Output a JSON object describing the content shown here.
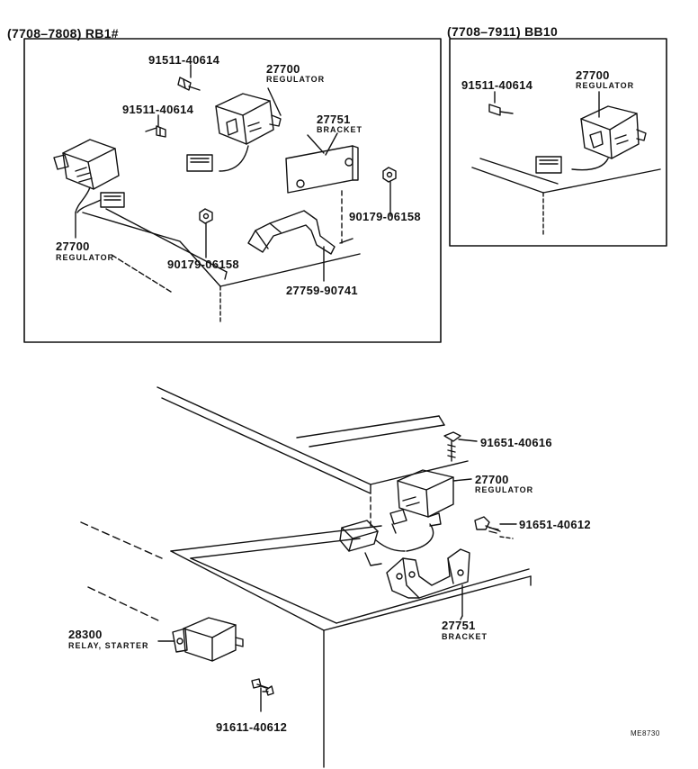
{
  "box1": {
    "header": "(7708–7808) RB1#"
  },
  "box2": {
    "header": "(7708–7911) BB10"
  },
  "labels": {
    "b1_bolt_top": "91511-40614",
    "b1_bolt_left": "91511-40614",
    "b1_reg_right_num": "27700",
    "b1_reg_right_name": "REGULATOR",
    "b1_bracket_num": "27751",
    "b1_bracket_name": "BRACKET",
    "b1_reg_left_num": "27700",
    "b1_reg_left_name": "REGULATOR",
    "b1_nut_right": "90179-06158",
    "b1_nut_center": "90179-06158",
    "b1_plate": "27759-90741",
    "b2_bolt": "91511-40614",
    "b2_reg_num": "27700",
    "b2_reg_name": "REGULATOR",
    "m_bolt_top": "91651-40616",
    "m_reg_num": "27700",
    "m_reg_name": "REGULATOR",
    "m_bolt_right": "91651-40612",
    "m_relay_num": "28300",
    "m_relay_name": "RELAY, STARTER",
    "m_bracket_num": "27751",
    "m_bracket_name": "BRACKET",
    "m_bolt_bottom": "91611-40612",
    "drawing_code": "ME8730"
  }
}
